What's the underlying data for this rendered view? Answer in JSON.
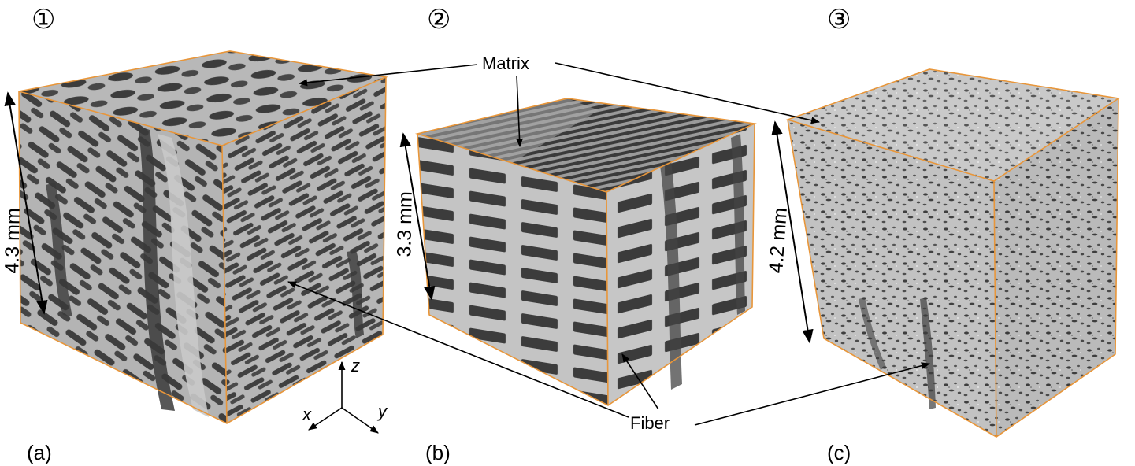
{
  "panel_numbers": [
    "①",
    "②",
    "③"
  ],
  "panel_letters": [
    "(a)",
    "(b)",
    "(c)"
  ],
  "dimensions": [
    "4.3 mm",
    "3.3 mm",
    "4.2 mm"
  ],
  "labels": {
    "matrix": "Matrix",
    "fiber": "Fiber"
  },
  "axes": {
    "x": "x",
    "y": "y",
    "z": "z"
  },
  "colors": {
    "cube_edge": "#e8963a",
    "fiber": "#3e3e3e",
    "matrix": "#b9b9b9",
    "arrow": "#000000"
  }
}
